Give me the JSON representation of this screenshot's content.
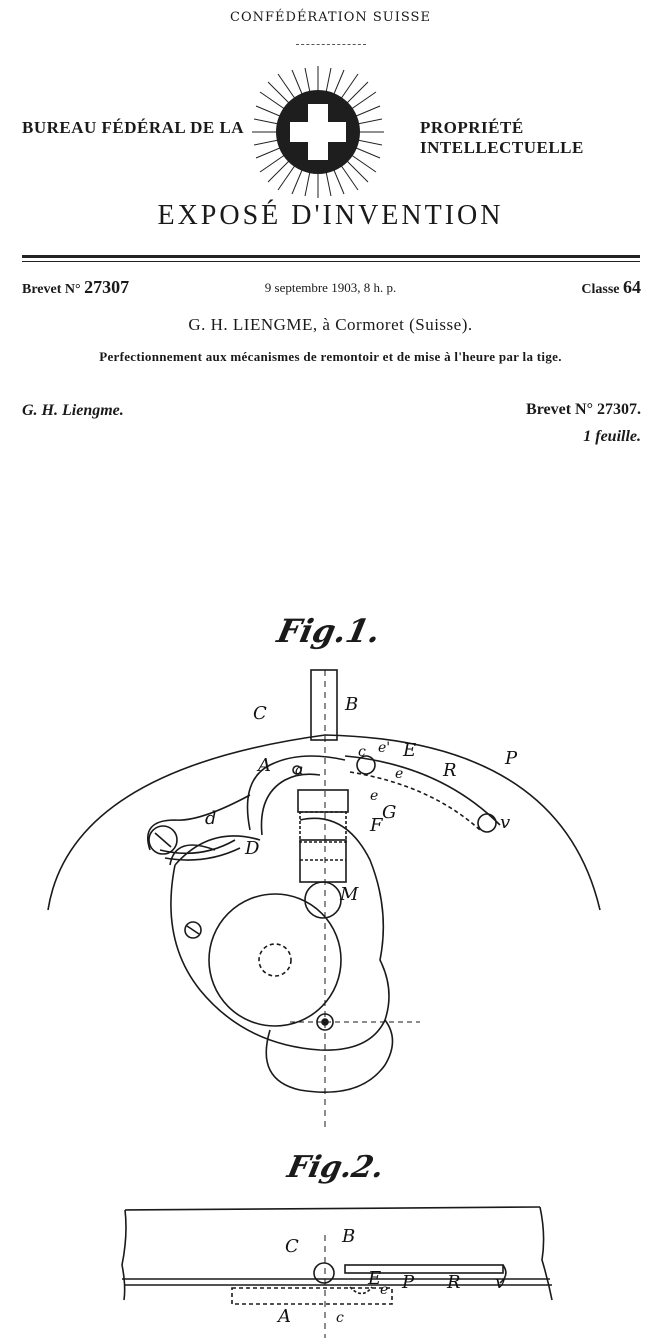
{
  "header": {
    "confederation": "CONFÉDÉRATION SUISSE",
    "bureau_left": "BUREAU FÉDÉRAL DE LA",
    "bureau_right": "PROPRIÉTÉ INTELLECTUELLE",
    "title": "EXPOSÉ D'INVENTION"
  },
  "patent": {
    "brevet_label": "Brevet N°",
    "brevet_number": "27307",
    "date": "9 septembre 1903, 8 h. p.",
    "classe_label": "Classe",
    "classe_number": "64",
    "holder": "G. H. LIENGME, à Cormoret (Suisse).",
    "subject": "Perfectionnement aux mécanismes de remontoir et de mise à l'heure par la tige."
  },
  "sheet": {
    "inventor_signature": "G. H. Liengme.",
    "brevet_ref": "Brevet N° 27307.",
    "feuille": "1 feuille."
  },
  "figures": {
    "fig1": {
      "title": "Fig.1.",
      "labels": {
        "C": "C",
        "B": "B",
        "A": "A",
        "a": "a",
        "c": "c",
        "e1": "e'",
        "E": "E",
        "R": "R",
        "P": "P",
        "e2": "e",
        "e3": "e",
        "G": "G",
        "F": "F",
        "d": "d",
        "D": "D",
        "v": "v",
        "M": "M"
      }
    },
    "fig2": {
      "title": "Fig.2.",
      "labels": {
        "C": "C",
        "B": "B",
        "E": "E",
        "e": "e",
        "P": "P",
        "R": "R",
        "v": "v",
        "A": "A",
        "c": "c"
      }
    }
  },
  "colors": {
    "ink": "#1a1a1a",
    "paper": "#ffffff"
  }
}
